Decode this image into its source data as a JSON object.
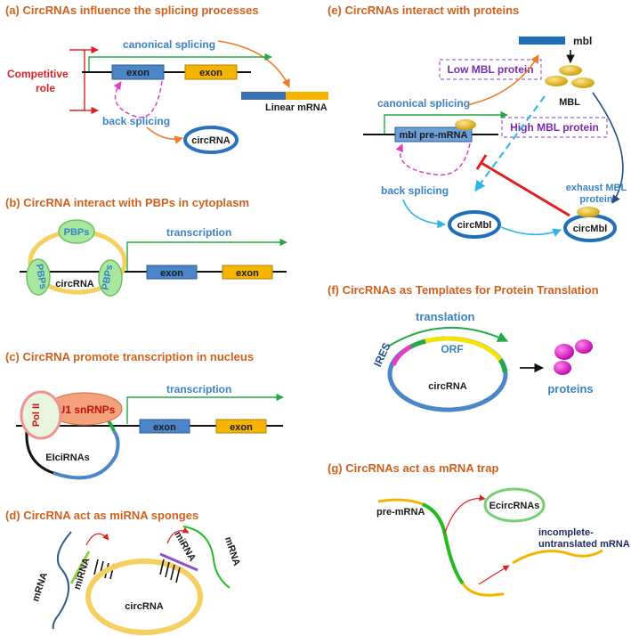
{
  "panels": {
    "a": {
      "title": "(a) CircRNAs influence the splicing processes",
      "competitive": [
        "Competitive",
        "role"
      ],
      "canonical": "canonical splicing",
      "back": "back splicing",
      "exon1": "exon",
      "exon2": "exon",
      "linear": "Linear mRNA",
      "circ": "circRNA"
    },
    "b": {
      "title": "(b) CircRNA interact with PBPs in cytoplasm",
      "transcription": "transcription",
      "pbp": "PBPs",
      "circ": "circRNA",
      "exon1": "exon",
      "exon2": "exon"
    },
    "c": {
      "title": "(c) CircRNA promote transcription in nucleus",
      "transcription": "transcription",
      "polii": "Pol II",
      "u1": "U1 snRNPs",
      "elci": "EIciRNAs",
      "exon1": "exon",
      "exon2": "exon"
    },
    "d": {
      "title": "(d) CircRNA act as miRNA sponges",
      "mrna": "mRNA",
      "mirna": "miRNA",
      "circ": "circRNA"
    },
    "e": {
      "title": "(e) CircRNAs interact with proteins",
      "mbl_gene": "mbl",
      "low": "Low MBL protein",
      "high": "High MBL protein",
      "mbl": "MBL",
      "canonical": "canonical splicing",
      "premrna": "mbl pre-mRNA",
      "back": "back splicing",
      "circmbl": "circMbl",
      "exhaust": [
        "exhaust MBL",
        "protein"
      ]
    },
    "f": {
      "title": "(f) CircRNAs as Templates for Protein Translation",
      "translation": "translation",
      "ires": "IRES",
      "orf": "ORF",
      "circ": "circRNA",
      "proteins": "proteins"
    },
    "g": {
      "title": "(g) CircRNAs act as mRNA trap",
      "premrna": "pre-mRNA",
      "ecirc": "EcircRNAs",
      "incomplete": [
        "incomplete-",
        "untranslated mRNA"
      ]
    }
  },
  "colors": {
    "title": "#d0611c",
    "label_blue": "#3a82c4",
    "exon_blue": "#4a86c8",
    "exon_orange": "#f5b400",
    "circ_yellow": "#f5d060",
    "green": "#22aa44",
    "red": "#e02020",
    "pink": "#e040c0",
    "cyan": "#29b5e8",
    "purple": "#7a2bb4"
  }
}
